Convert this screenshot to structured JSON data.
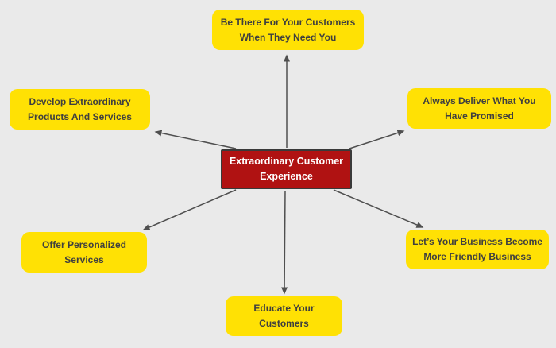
{
  "diagram": {
    "type": "mindmap",
    "center": {
      "label": "Extraordinary Customer Experience",
      "lines": [
        "Extraordinary Customer",
        "Experience"
      ]
    },
    "nodes": [
      {
        "id": "top",
        "label": "Be There For Your Customers When They Need You",
        "lines": [
          "Be There For Your Customers",
          "When They Need You"
        ]
      },
      {
        "id": "top-left",
        "label": "Develop Extraordinary Products And Services",
        "lines": [
          "Develop Extraordinary",
          "Products And Services"
        ]
      },
      {
        "id": "top-right",
        "label": "Always Deliver What You Have Promised",
        "lines": [
          "Always Deliver What You",
          "Have Promised"
        ]
      },
      {
        "id": "bottom-left",
        "label": "Offer Personalized Services",
        "lines": [
          "Offer Personalized",
          "Services"
        ]
      },
      {
        "id": "bottom-right",
        "label": "Let’s Your Business Become More Friendly Business",
        "lines": [
          "Let’s Your Business Become",
          "More Friendly Business"
        ]
      },
      {
        "id": "bottom",
        "label": "Educate Your Customers",
        "lines": [
          "Educate Your",
          "Customers"
        ]
      }
    ],
    "edge_direction": "center-to-nodes"
  },
  "colors": {
    "canvas-bg": "#EAEAEA",
    "node-bg": "#FFE104",
    "node-text": "#3F3F3F",
    "center-bg": "#B01212",
    "center-border": "#3A3A3A",
    "center-text": "#FFFFFF",
    "arrow": "#4F4F4F"
  }
}
